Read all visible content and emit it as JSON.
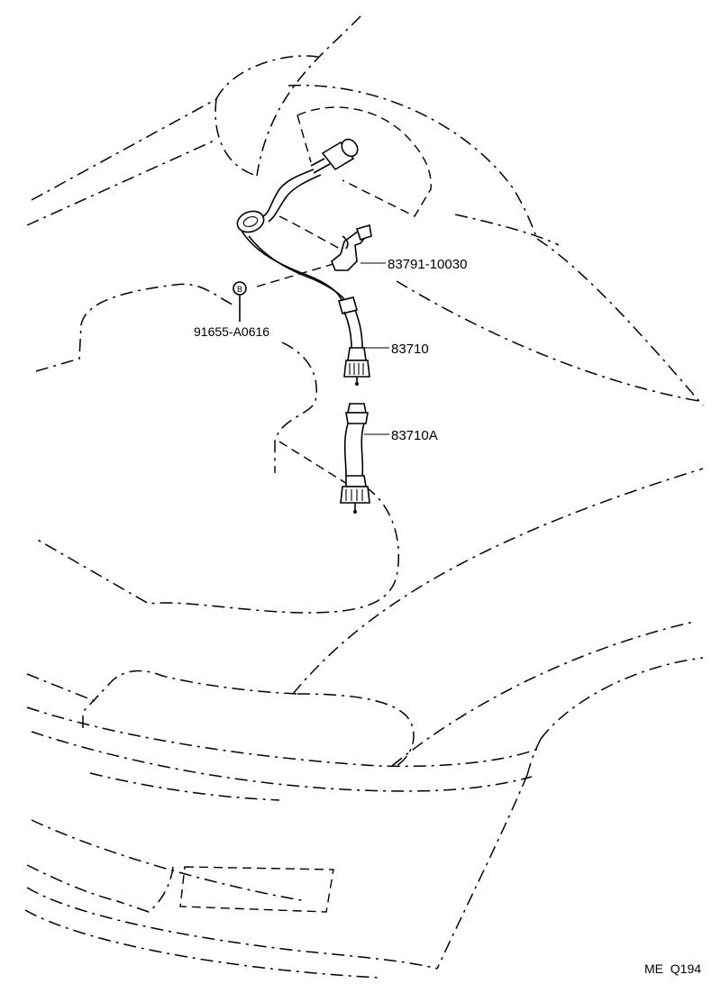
{
  "diagram": {
    "labels": {
      "bracket": "83791-10030",
      "nut": "91655-A0616",
      "cable": "83710",
      "cable_sub": "83710A"
    },
    "nut_marker": "B",
    "footer_code": "ME  Q194"
  }
}
